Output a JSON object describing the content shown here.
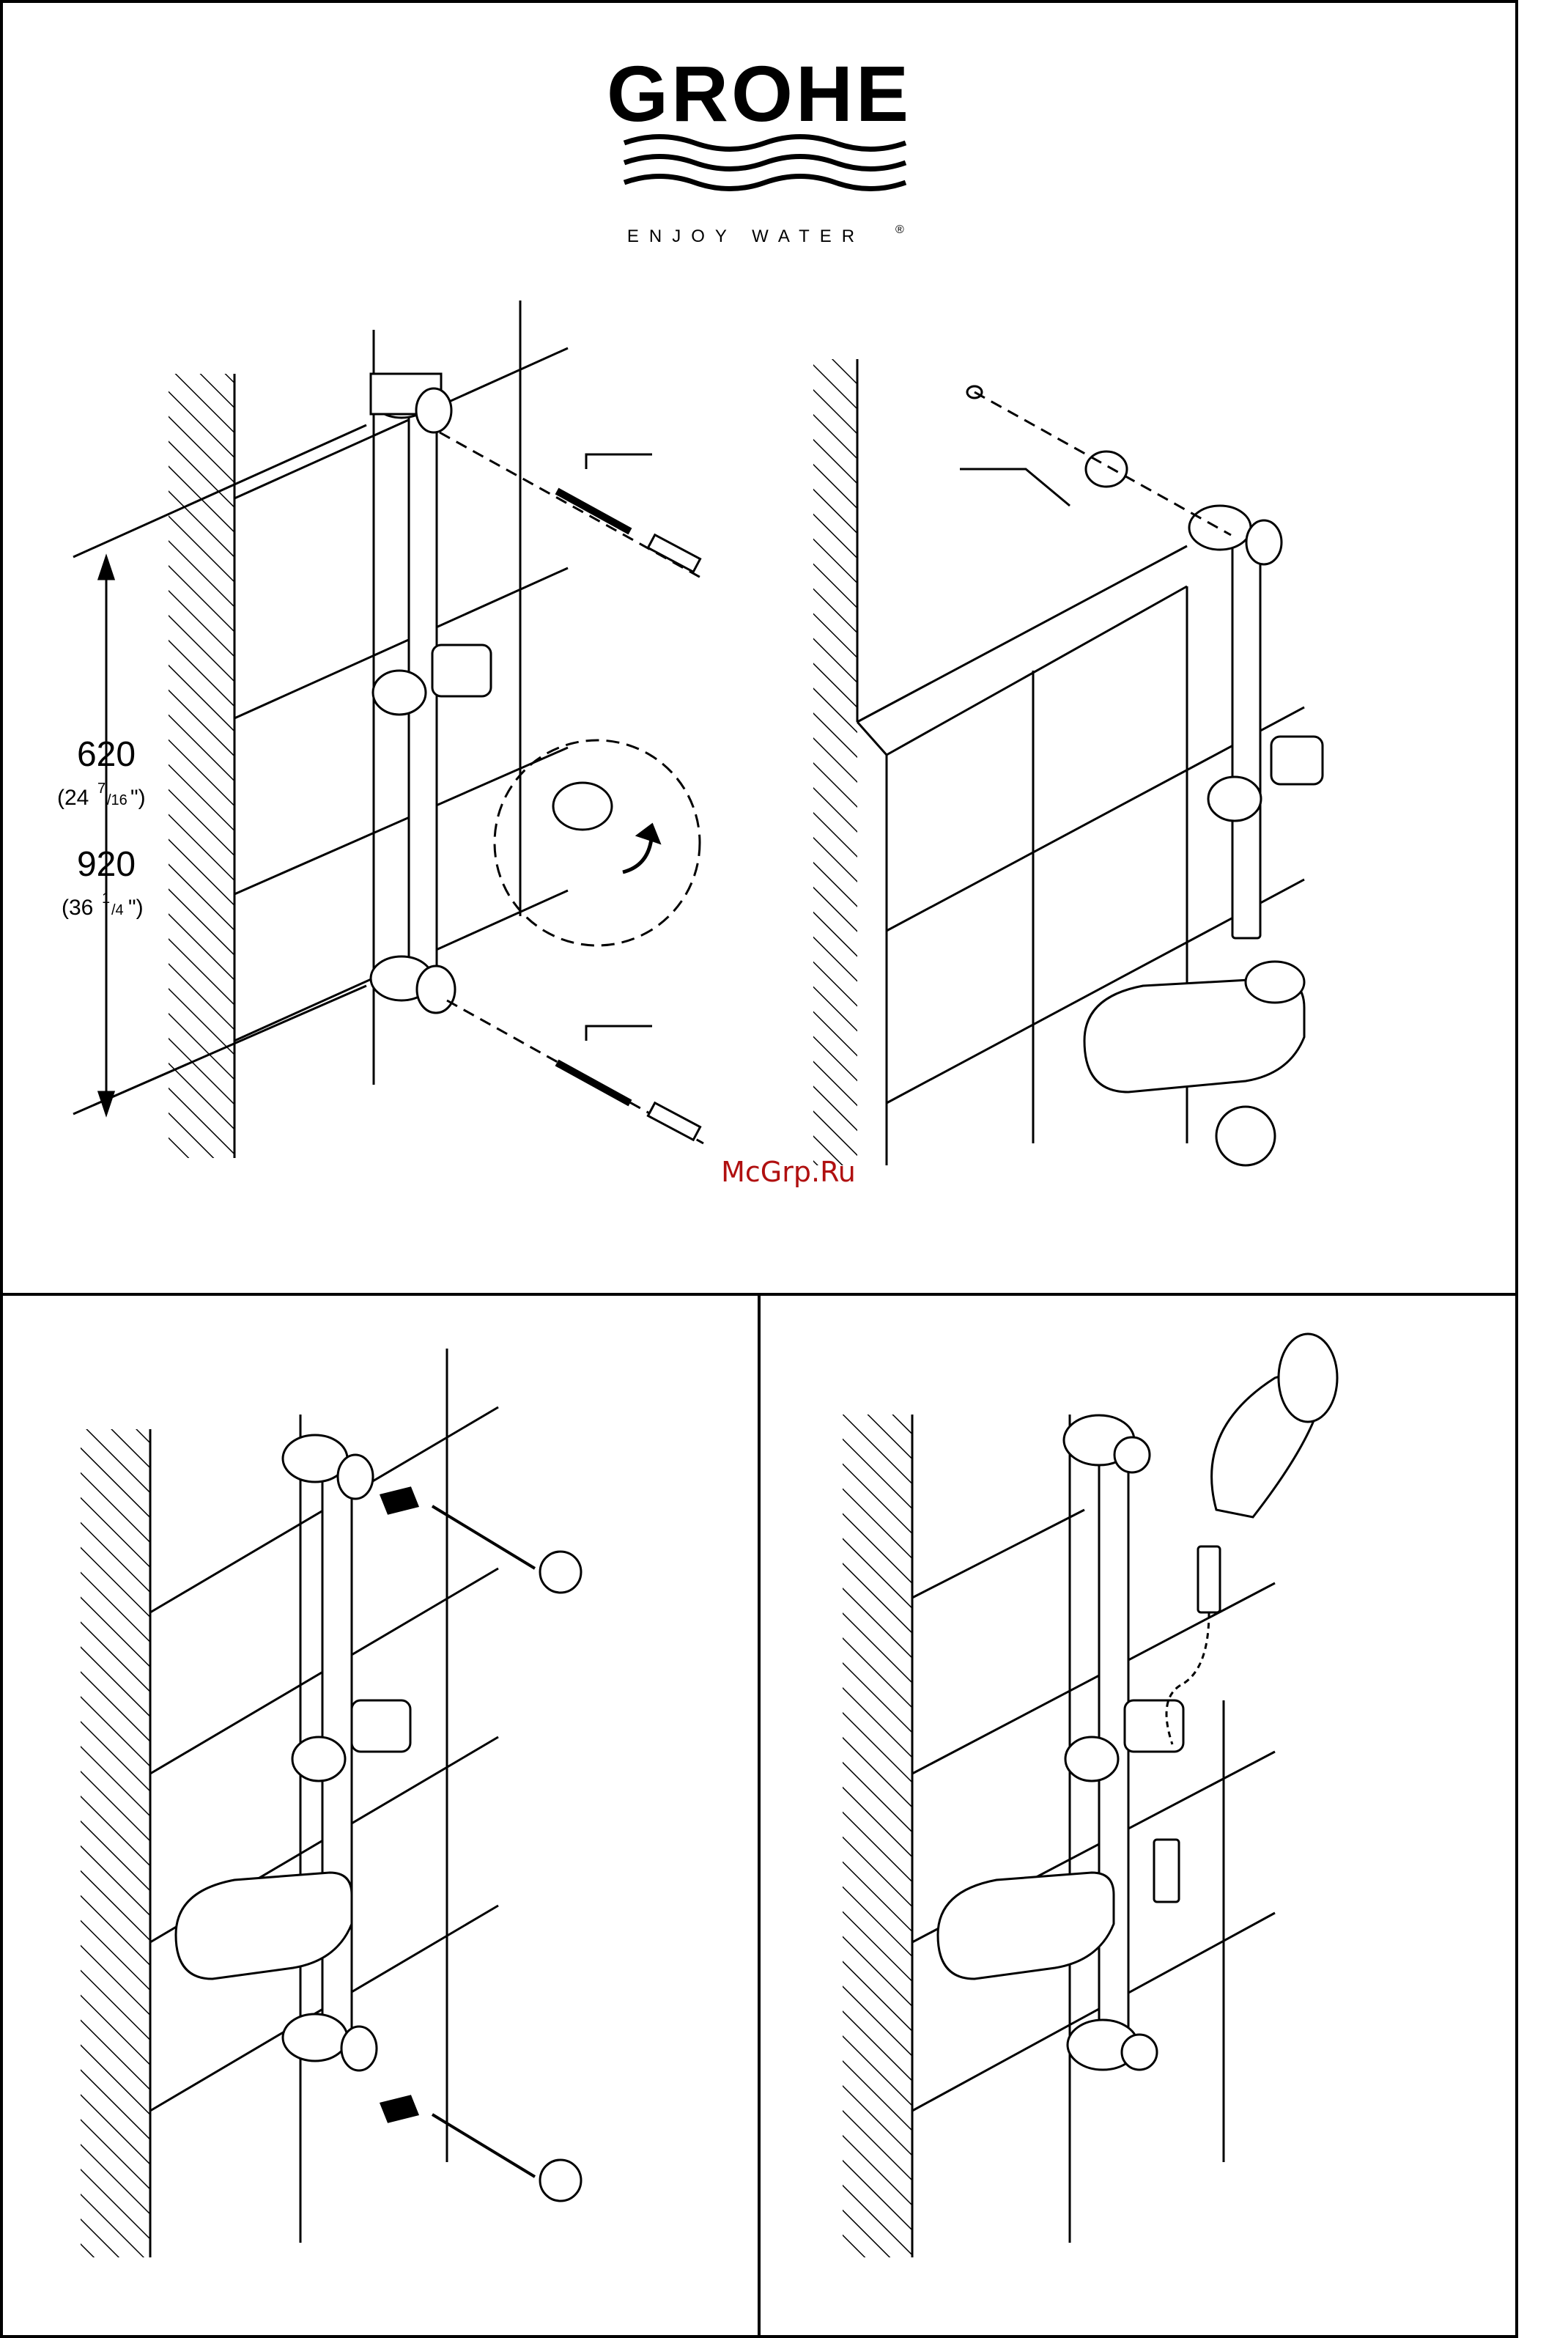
{
  "brand": {
    "name": "GROHE",
    "tagline": "ENJOY WATER",
    "registered_mark": "®"
  },
  "dimensions": {
    "metric_short": "620",
    "imperial_short_whole": "(24",
    "imperial_short_num": "7",
    "imperial_short_den": "/16",
    "imperial_short_close": "\")",
    "metric_long": "920",
    "imperial_long_whole": "(36",
    "imperial_long_num": "1",
    "imperial_long_den": "/4",
    "imperial_long_close": "\")"
  },
  "watermark": "McGrp.Ru",
  "panels": [
    {
      "id": "step-1",
      "content": "rail mounting with drilling and wall plugs"
    },
    {
      "id": "step-2",
      "content": "soap dish assembly"
    },
    {
      "id": "step-3",
      "content": "end cap fitting"
    },
    {
      "id": "step-4",
      "content": "hand shower and hose connection"
    }
  ],
  "colors": {
    "line": "#000000",
    "background": "#ffffff",
    "watermark": "#b01010"
  }
}
